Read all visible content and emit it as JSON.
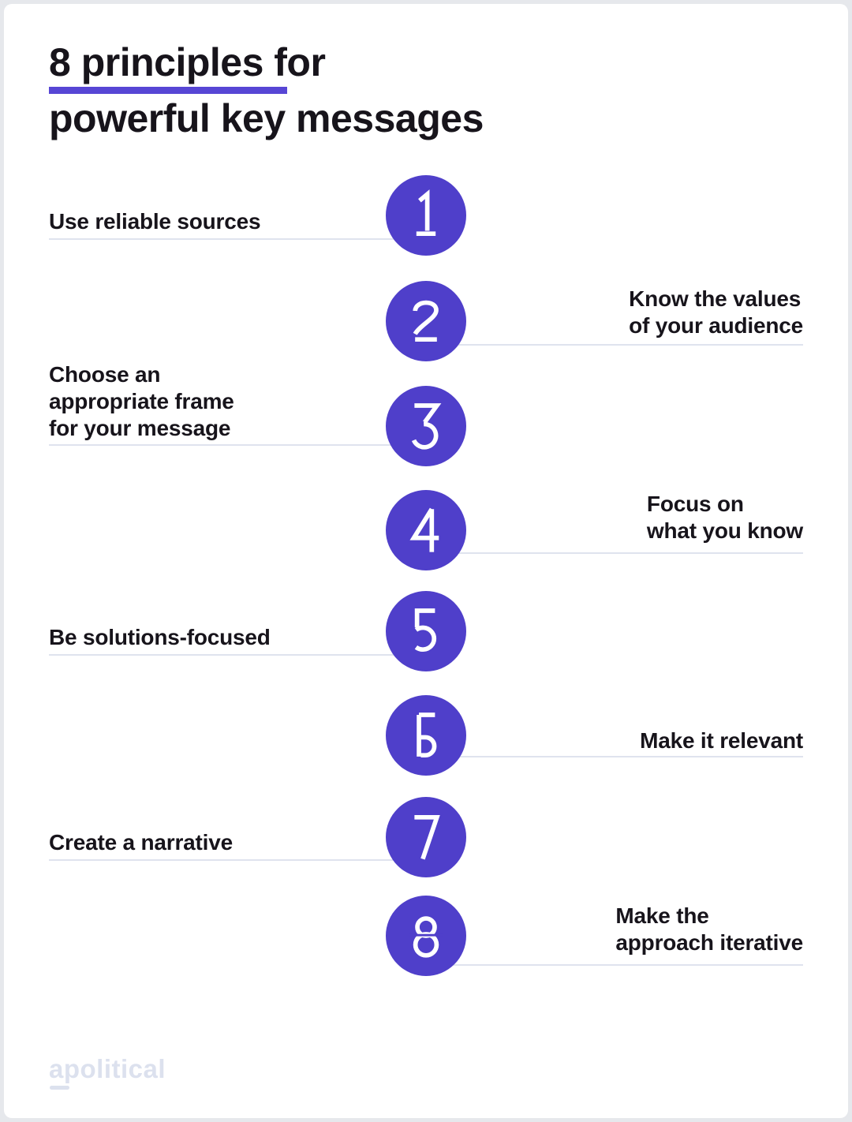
{
  "header": {
    "title_line1": "8 principles for",
    "title_line2": "powerful key messages"
  },
  "items": [
    {
      "number": "1",
      "side": "left",
      "lines": [
        "Use reliable sources"
      ]
    },
    {
      "number": "2",
      "side": "right",
      "lines": [
        "Know the values",
        "of your audience"
      ]
    },
    {
      "number": "3",
      "side": "left",
      "lines": [
        "Choose an",
        "appropriate frame",
        "for your message"
      ]
    },
    {
      "number": "4",
      "side": "right",
      "lines": [
        "Focus on",
        "what you know"
      ]
    },
    {
      "number": "5",
      "side": "left",
      "lines": [
        "Be solutions-focused"
      ]
    },
    {
      "number": "6",
      "side": "right",
      "lines": [
        "Make it relevant"
      ]
    },
    {
      "number": "7",
      "side": "left",
      "lines": [
        "Create a narrative"
      ]
    },
    {
      "number": "8",
      "side": "right",
      "lines": [
        "Make the",
        "approach iterative"
      ]
    }
  ],
  "footer": {
    "brand": "apolitical"
  },
  "colors": {
    "accent_purple": "#5746D5",
    "circle_purple": "#4F3FCA",
    "divider": "#DFE3EE",
    "text": "#17141B",
    "logo": "#DCE1EE",
    "page_border": "#E6E8EC",
    "card_background": "#FFFFFF"
  }
}
